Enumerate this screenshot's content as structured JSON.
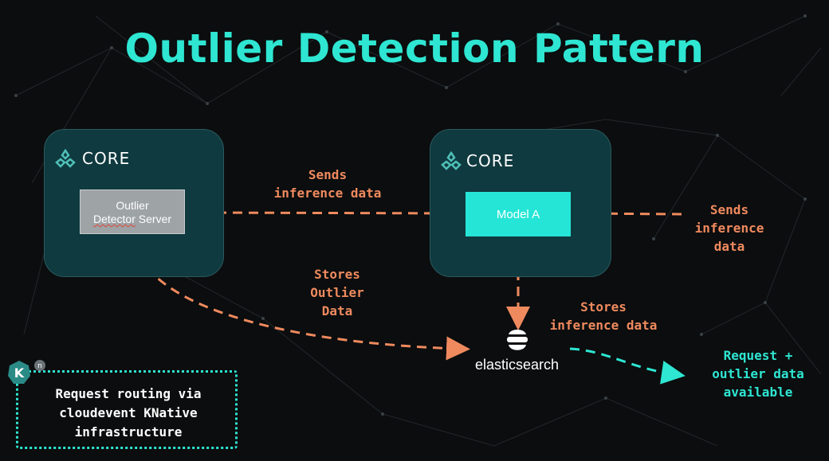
{
  "title": "Outlier Detection Pattern",
  "core_left": {
    "label": "CORE"
  },
  "core_right": {
    "label": "CORE"
  },
  "detector": {
    "line1": "Outlier",
    "line2_word": "Detector",
    "line2_rest": " Server"
  },
  "model": {
    "label": "Model A"
  },
  "labels": {
    "sends_left": "Sends\ninference data",
    "sends_right": "Sends\ninference\ndata",
    "stores_outlier": "Stores\nOutlier\nData",
    "stores_inference": "Stores\ninference data",
    "request_available": "Request +\noutlier data\navailable",
    "routing": "Request routing via\ncloudevent KNative\ninfrastructure"
  },
  "elasticsearch": {
    "label": "elasticsearch"
  },
  "knative_badge": {
    "letter": "K",
    "superscript": "n"
  },
  "colors": {
    "accent": "#2ee6d2",
    "arrow": "#ef8a5e",
    "box_fill": "#0f3a3f",
    "detector_fill": "#9ea3a6",
    "model_fill": "#25e6d6"
  }
}
